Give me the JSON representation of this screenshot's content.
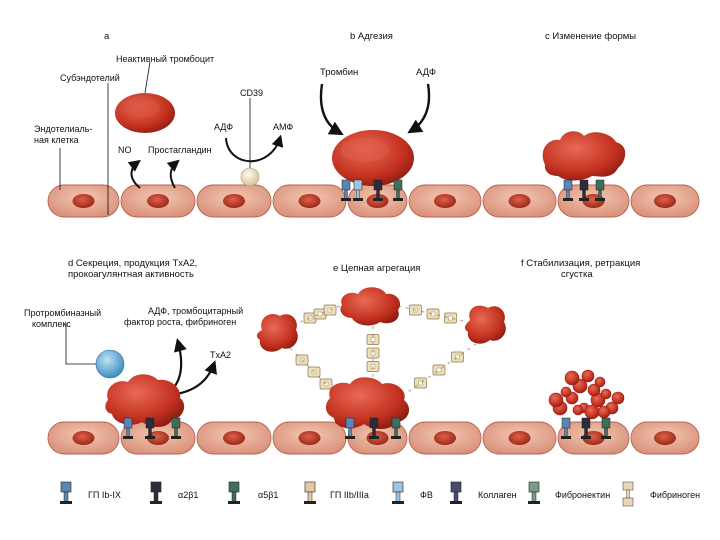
{
  "panels": {
    "a": {
      "letter": "a"
    },
    "b": {
      "title": "b Адгезия"
    },
    "c": {
      "title": "c Изменение формы"
    },
    "d": {
      "title_line1": "d Секреция, продукция TxA2,",
      "title_line2": "прокоагулянтная активность"
    },
    "e": {
      "title": "e Цепная агрегация"
    },
    "f": {
      "title_line1": "f Стабилизация, ретракция",
      "title_line2": "сгустка"
    }
  },
  "labels": {
    "inactive_platelet": "Неактивный тромбоцит",
    "subendothelium": "Субэндотелий",
    "endothelial_cell_1": "Эндотелиаль-",
    "endothelial_cell_2": "ная клетка",
    "cd39": "CD39",
    "adp_a": "АДФ",
    "amp": "АМФ",
    "no": "NO",
    "prostaglandin": "Простагландин",
    "thrombin": "Тромбин",
    "adp_b": "АДФ",
    "prothrombinase_1": "Протромбиназный",
    "prothrombinase_2": "комплекс",
    "secretion_1": "АДФ, тромбоцитарный",
    "secretion_2": "фактор роста, фибриноген",
    "txa2": "TxA2"
  },
  "legend": [
    {
      "label": "ГП Ib-IX",
      "icon": "gp-ib-ix-icon",
      "color": "#5b86b4"
    },
    {
      "label": "α2β1",
      "icon": "alpha2beta1-icon",
      "color": "#2d2d3a"
    },
    {
      "label": "α5β1",
      "icon": "alpha5beta1-icon",
      "color": "#3f6e5a"
    },
    {
      "label": "ГП IIb/IIIa",
      "icon": "gp-iib-iiia-icon",
      "color": "#e6c9a0"
    },
    {
      "label": "ФВ",
      "icon": "vwf-icon",
      "color": "#9fc2df"
    },
    {
      "label": "Коллаген",
      "icon": "collagen-icon",
      "color": "#4a4a6a"
    },
    {
      "label": "Фибронектин",
      "icon": "fibronectin-icon",
      "color": "#7a9a8a"
    },
    {
      "label": "Фибриноген",
      "icon": "fibrinogen-icon",
      "color": "#e9d7b8"
    }
  ],
  "colors": {
    "cell_fill": "#e6a58e",
    "cell_stroke": "#b56452",
    "nucleus": "#b83a22",
    "platelet": "#c9392a",
    "platelet_dark": "#8f1f14",
    "cd39_ball": "#efe0b8",
    "prothrombinase_ball": "#5aa9d6"
  }
}
